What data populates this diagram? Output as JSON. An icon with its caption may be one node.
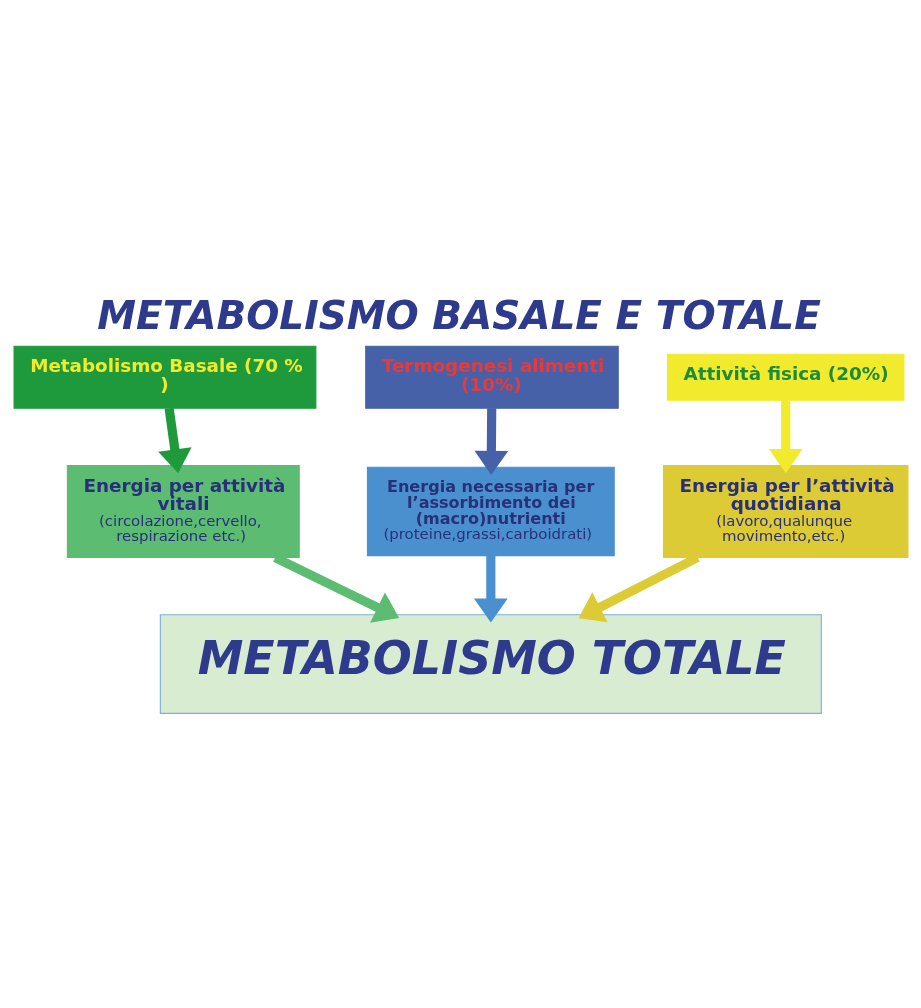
{
  "diagram": {
    "title": "METABOLISMO BASALE E TOTALE",
    "nodes": [
      {
        "text": [
          "Metabolismo Basale (70 % )"
        ]
      },
      {
        "text": [
          "Termogenesi alimenti (10%)"
        ]
      },
      {
        "text": [
          "Attività fisica (20%)"
        ]
      },
      {
        "text": [
          "Energia per attività vitali",
          "(circolazione,cervello, respirazione etc.)"
        ]
      },
      {
        "text": [
          "Energia necessaria per l’assorbimento dei (macro)nutrienti",
          "(proteine,grassi,carboidrati)"
        ]
      },
      {
        "text": [
          "Energia per l’attività quotidiana",
          "(lavoro,qualunque movimento,etc.)"
        ]
      },
      {
        "text": [
          "METABOLISMO TOTALE"
        ]
      }
    ],
    "edges": [
      {
        "from": 0,
        "to": 3,
        "arrow": "to",
        "color": "#1e9a3c"
      },
      {
        "from": 1,
        "to": 4,
        "arrow": "to",
        "color": "#4661a8"
      },
      {
        "from": 2,
        "to": 5,
        "arrow": "to",
        "color": "#f2ea2c"
      },
      {
        "from": 3,
        "to": 6,
        "arrow": "to",
        "color": "#5cbd72"
      },
      {
        "from": 4,
        "to": 6,
        "arrow": "to",
        "color": "#4a90cf"
      },
      {
        "from": 5,
        "to": 6,
        "arrow": "to",
        "color": "#dccb35"
      }
    ]
  }
}
